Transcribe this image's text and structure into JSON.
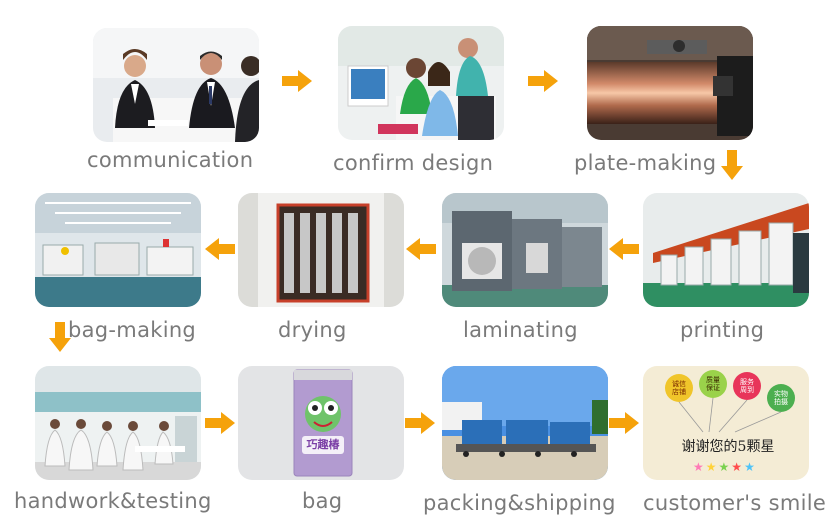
{
  "steps": [
    {
      "label": "communication"
    },
    {
      "label": "confirm design"
    },
    {
      "label": "plate-making"
    },
    {
      "label": "printing"
    },
    {
      "label": "laminating"
    },
    {
      "label": "drying"
    },
    {
      "label": "bag-making"
    },
    {
      "label": "handwork&testing"
    },
    {
      "label": "bag"
    },
    {
      "label": "packing&shipping"
    },
    {
      "label": "customer's smile"
    }
  ],
  "product_label": "巧趣椿",
  "thank_you_text": "谢谢您的5颗星",
  "badges": [
    "诚信店铺",
    "质量保证",
    "服务周到",
    "实物拍摄"
  ],
  "arrow_color": "#f5a20b"
}
